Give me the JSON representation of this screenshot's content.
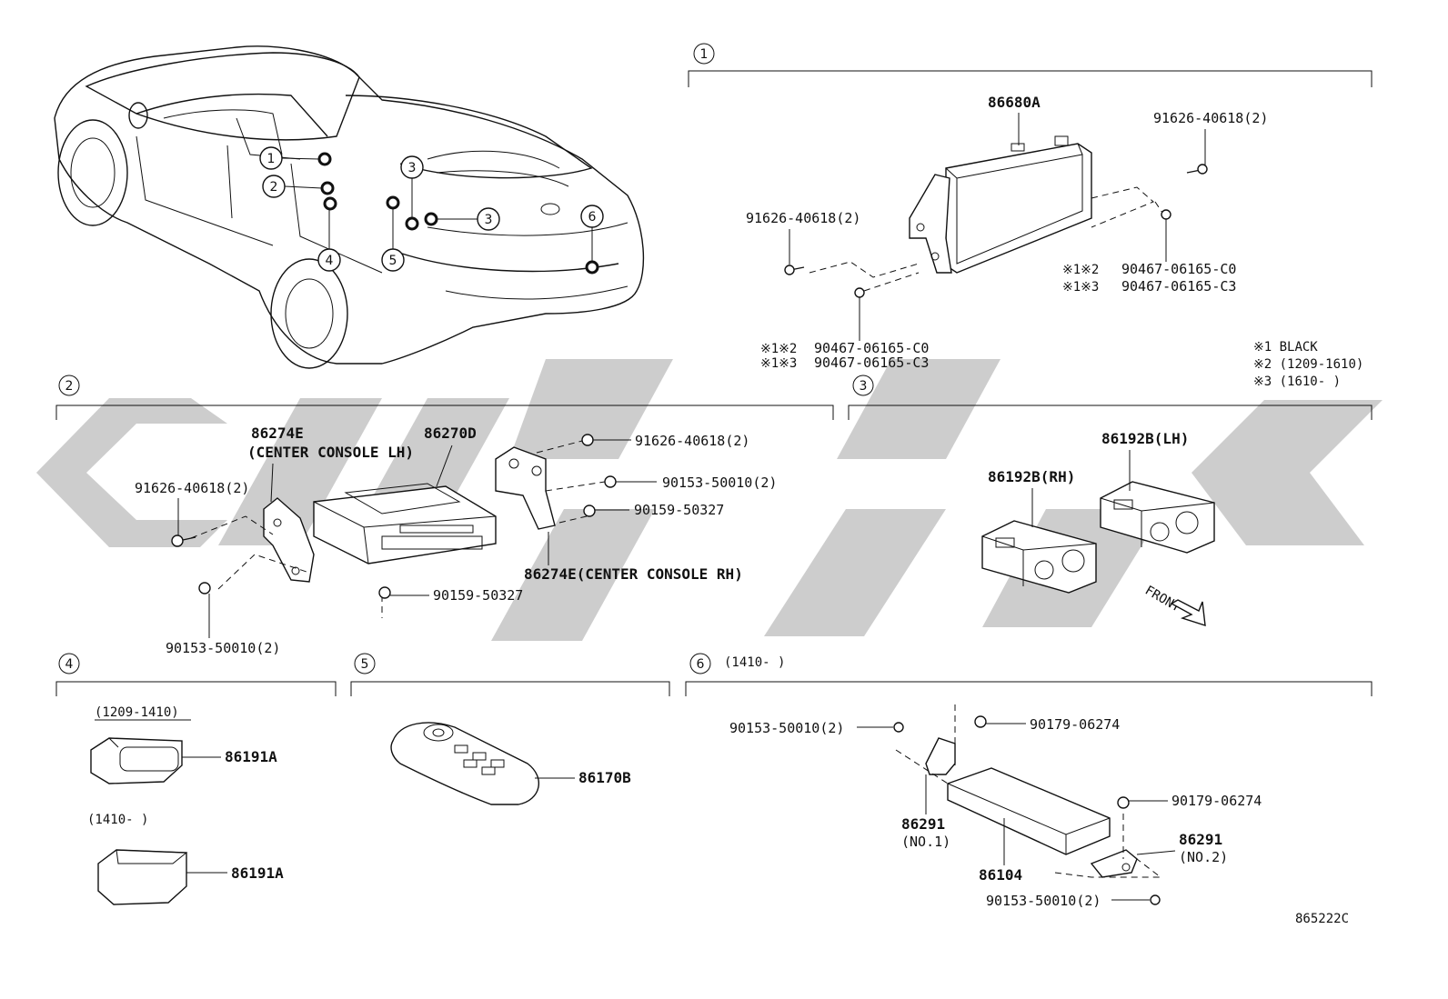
{
  "diagram_id": "865222C",
  "sections": {
    "s1": {
      "num": "1"
    },
    "s2": {
      "num": "2"
    },
    "s3": {
      "num": "3"
    },
    "s4": {
      "num": "4"
    },
    "s5": {
      "num": "5"
    },
    "s6": {
      "num": "6",
      "range": "(1410-     )"
    }
  },
  "locator": {
    "callouts": [
      "1",
      "2",
      "3",
      "3",
      "4",
      "5",
      "6"
    ]
  },
  "s1_labels": {
    "unit": "86680A",
    "bolt_tr": "91626-40618(2)",
    "bolt_l": "91626-40618(2)",
    "screw_r_n1": "※1※2",
    "screw_r_p1": "90467-06165-C0",
    "screw_r_n2": "※1※3",
    "screw_r_p2": "90467-06165-C3",
    "screw_b_n1": "※1※2",
    "screw_b_p1": "90467-06165-C0",
    "screw_b_n2": "※1※3",
    "screw_b_p2": "90467-06165-C3"
  },
  "legend": {
    "l1": "※1 BLACK",
    "l2": "※2 (1209-1610)",
    "l3": "※3 (1610-     )"
  },
  "s2_labels": {
    "bracket_lh": "86274E",
    "bracket_lh_desc": "(CENTER CONSOLE LH)",
    "unit": "86270D",
    "bolt_tl": "91626-40618(2)",
    "bolt_tr": "91626-40618(2)",
    "screw_r": "90153-50010(2)",
    "screw_r2": "90159-50327",
    "bracket_rh": "86274E(CENTER CONSOLE RH)",
    "screw_b": "90159-50327",
    "screw_bl": "90153-50010(2)"
  },
  "s3_labels": {
    "rh": "86192B(RH)",
    "lh": "86192B(LH)",
    "front": "FRONT"
  },
  "s4_labels": {
    "range1": "(1209-1410)",
    "part1": "86191A",
    "range2": "(1410-     )",
    "part2": "86191A"
  },
  "s5_labels": {
    "remote": "86170B"
  },
  "s6_labels": {
    "screw_tl": "90153-50010(2)",
    "nut_t": "90179-06274",
    "nut_r": "90179-06274",
    "bracket1": "86291",
    "bracket1_desc": "(NO.1)",
    "unit": "86104",
    "bracket2": "86291",
    "bracket2_desc": "(NO.2)",
    "screw_b": "90153-50010(2)"
  }
}
